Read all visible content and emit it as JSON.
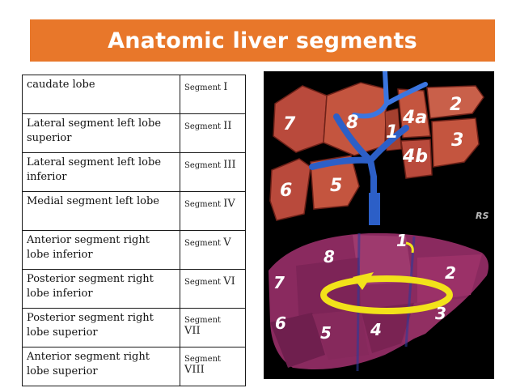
{
  "title": "Anatomic liver segments",
  "rows": [
    {
      "description": "caudate lobe",
      "segment_word": "Segment",
      "segment_num": "I"
    },
    {
      "description": "Lateral segment left lobe superior",
      "segment_word": "Segment",
      "segment_num": "II"
    },
    {
      "description": "Lateral segment left lobe inferior",
      "segment_word": "Segment",
      "segment_num": "III"
    },
    {
      "description": "Medial segment left lobe",
      "segment_word": "Segment",
      "segment_num": "IV"
    },
    {
      "description": "Anterior segment right lobe inferior",
      "segment_word": "Segment",
      "segment_num": "V"
    },
    {
      "description": "Posterior segment right lobe inferior",
      "segment_word": "Segment",
      "segment_num": "VI"
    },
    {
      "description": "Posterior segment right lobe superior",
      "segment_word": "Segment",
      "segment_num": "VII"
    },
    {
      "description": "Anterior segment right lobe superior",
      "segment_word": "Segment",
      "segment_num": "VIII"
    }
  ],
  "top_image": {
    "labels": [
      "7",
      "8",
      "1",
      "4a",
      "2",
      "4b",
      "3",
      "6",
      "5"
    ],
    "watermark": "RS"
  },
  "bottom_image": {
    "labels": [
      "1",
      "8",
      "2",
      "7",
      "3",
      "6",
      "5",
      "4"
    ]
  },
  "colors": {
    "banner": "#e8772a",
    "liver": "#b94a3c",
    "vessel": "#2c5fc7",
    "arrow": "#f2e21a"
  }
}
